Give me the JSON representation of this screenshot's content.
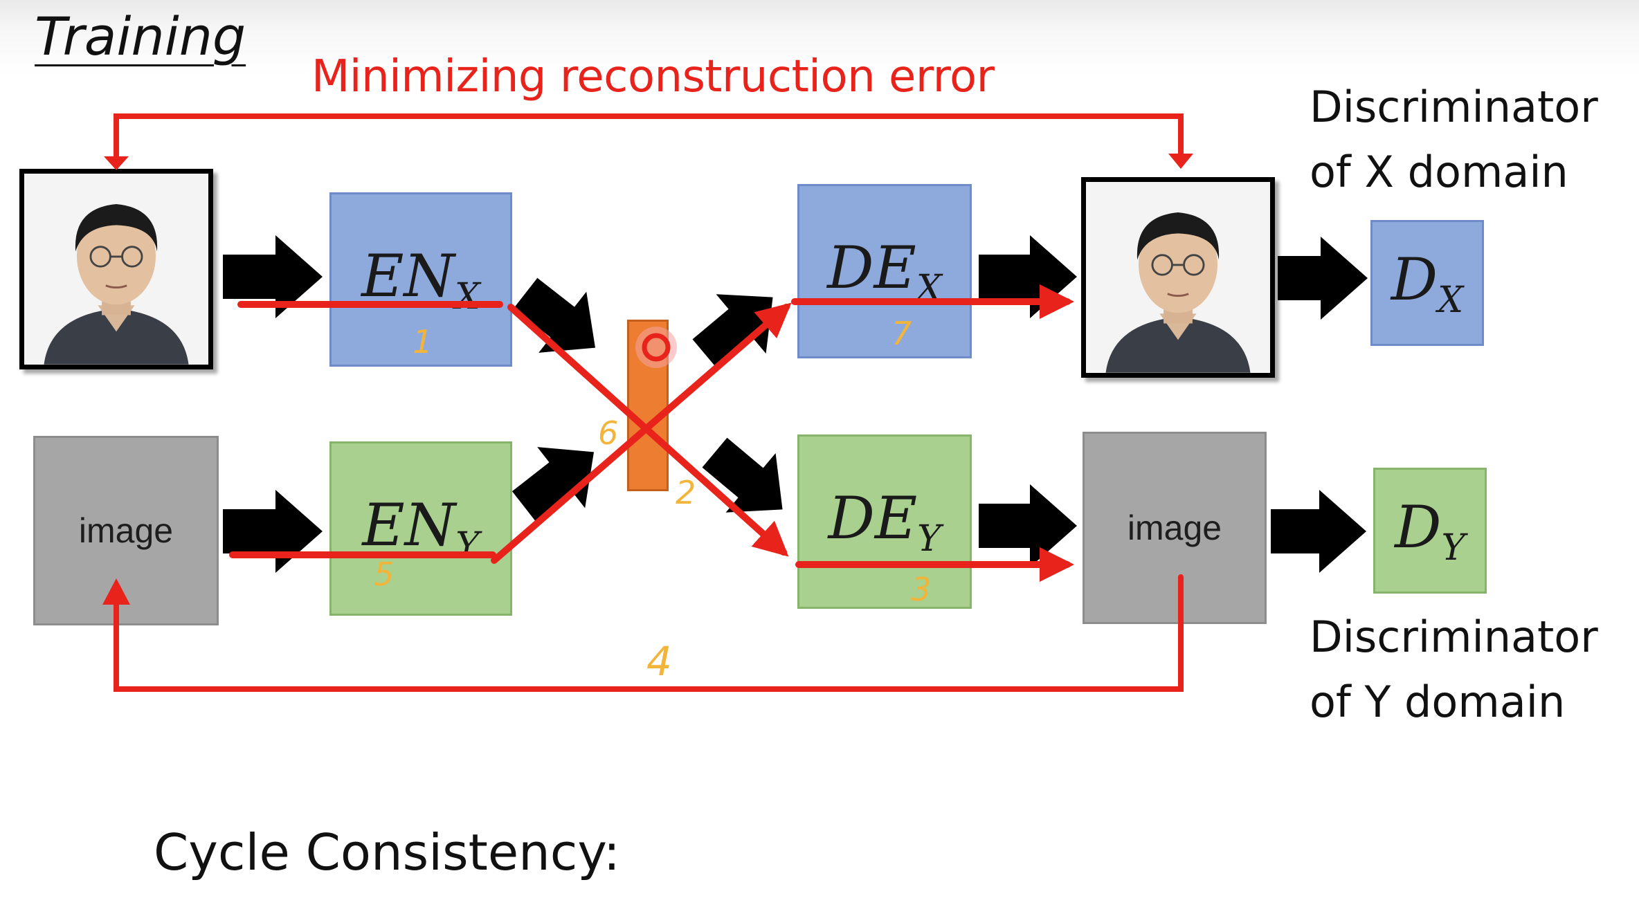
{
  "title": "Training",
  "top_caption": "Minimizing reconstruction error",
  "discriminator_x": {
    "line1": "Discriminator",
    "line2": "of X domain"
  },
  "discriminator_y": {
    "line1": "Discriminator",
    "line2": "of Y domain"
  },
  "encoder_x": {
    "base": "EN",
    "sub": "X"
  },
  "encoder_y": {
    "base": "EN",
    "sub": "Y"
  },
  "decoder_x": {
    "base": "DE",
    "sub": "X"
  },
  "decoder_y": {
    "base": "DE",
    "sub": "Y"
  },
  "disc_x_box": {
    "base": "D",
    "sub": "X"
  },
  "disc_y_box": {
    "base": "D",
    "sub": "Y"
  },
  "image_left": "image",
  "image_right": "image",
  "handwritten_steps": [
    "1",
    "7",
    "6",
    "2",
    "5",
    "3",
    "4"
  ],
  "bottom_text": "Cycle Consistency:",
  "colors": {
    "encoder_decoder_x": "#8ea9dc",
    "encoder_decoder_y": "#a9d08e",
    "latent_code": "#ed7d31",
    "image_placeholder": "#a6a6a6",
    "red_path": "#e8231c",
    "annotation": "#f2b53a"
  },
  "icons": [
    "face-photo-input",
    "face-photo-output",
    "black-arrow",
    "red-cycle-arrow",
    "red-circle-marker"
  ]
}
